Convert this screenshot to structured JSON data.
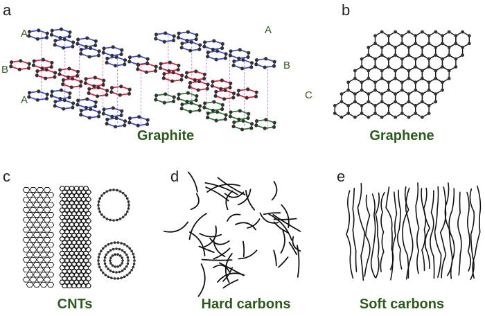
{
  "colors": {
    "caption": "#2b5a1c",
    "layer_label": "#2b5a1c",
    "layer_A": "#3a4fd6",
    "layer_B": "#e01f3d",
    "layer_C": "#2e7d32",
    "stack_line": "#c08ad6",
    "atom": "#333333",
    "line": "#111111"
  },
  "panels": {
    "a": {
      "letter": "a",
      "caption": "Graphite",
      "left_stack_labels": [
        "A",
        "B",
        "A"
      ],
      "right_stack_labels": [
        "A",
        "B",
        "C"
      ]
    },
    "b": {
      "letter": "b",
      "caption": "Graphene"
    },
    "c": {
      "letter": "c",
      "caption": "CNTs"
    },
    "d": {
      "letter": "d",
      "caption": "Hard carbons"
    },
    "e": {
      "letter": "e",
      "caption": "Soft carbons"
    }
  }
}
